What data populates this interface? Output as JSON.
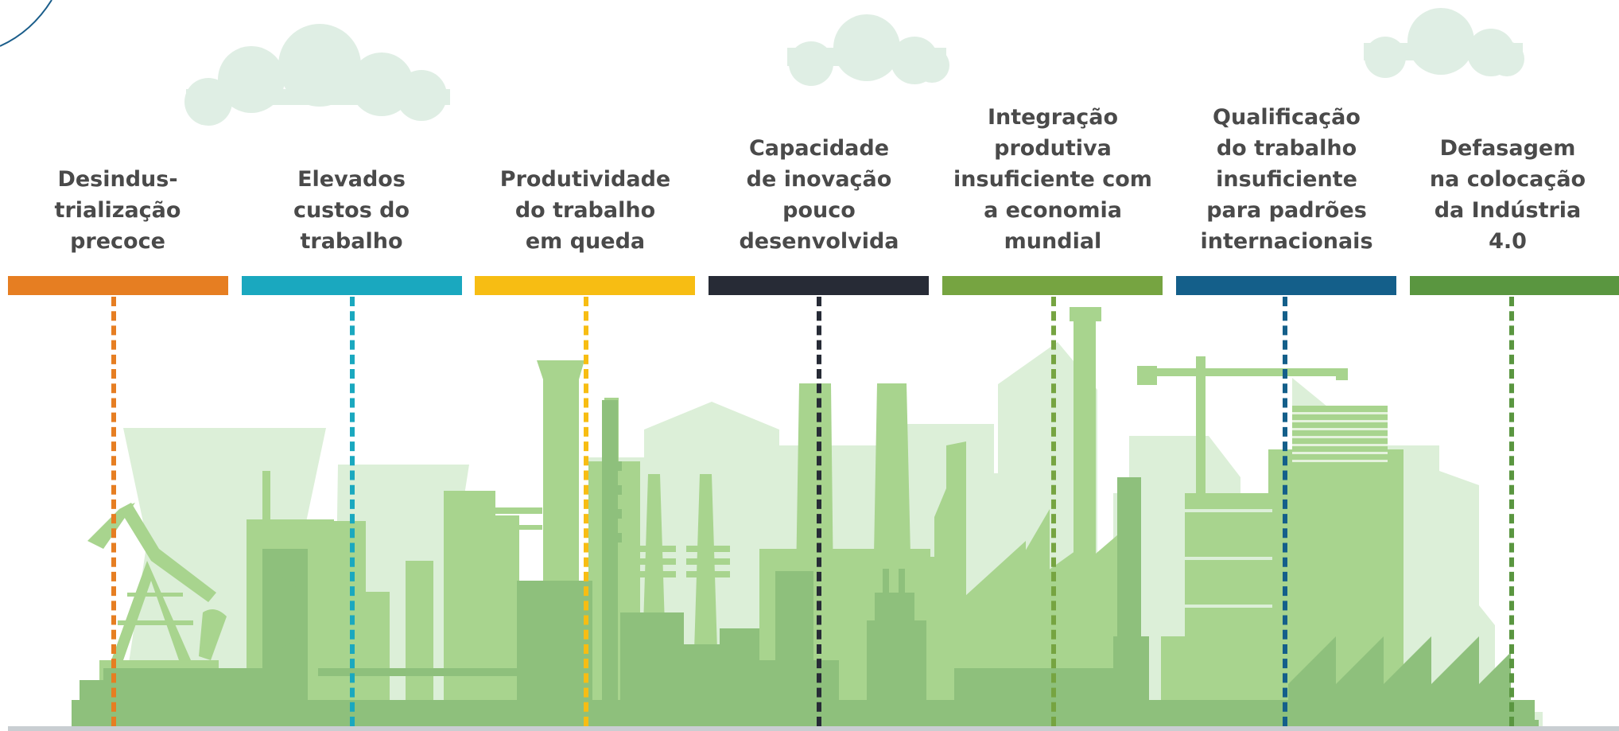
{
  "categories": [
    {
      "label": "Desindus-\ntrialização\nprecoce",
      "color": "#e67e22"
    },
    {
      "label": "Elevados\ncustos do\ntrabalho",
      "color": "#1aa8bf"
    },
    {
      "label": "Produtividade\ndo trabalho\nem queda",
      "color": "#f7bd13"
    },
    {
      "label": "Capacidade\nde inovação\npouco\ndesenvolvida",
      "color": "#272b36"
    },
    {
      "label": "Integração\nprodutiva\ninsuficiente com\na economia\nmundial",
      "color": "#76a441"
    },
    {
      "label": "Qualificação\ndo trabalho\ninsuficiente\npara padrões\ninternacionais",
      "color": "#145f8a"
    },
    {
      "label": "Defasagem\nna colocação\nda Indústria\n4.0",
      "color": "#5a9640"
    }
  ],
  "colors": {
    "cloud": "#dfeee4",
    "building_light": "#dcefd8",
    "building_mid": "#a8d48e",
    "building_dark": "#8ec07c",
    "ground": "#c9ced2",
    "text": "#4a4a4a"
  }
}
